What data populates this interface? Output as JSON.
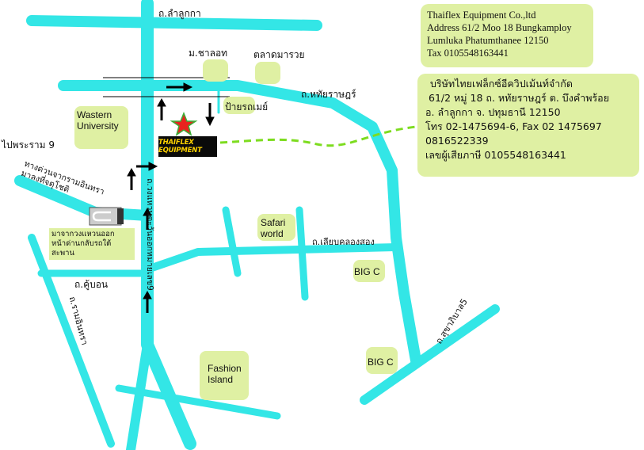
{
  "roads": {
    "lam_luk_ka": "ถ.ลำลูกกา",
    "hathairat": "ถ.หทัยราษฎร์",
    "liap_khlong_song": "ถ.เลียบคลองสอง",
    "khu_bon": "ถ.คู้บอน",
    "ram_intra": "ถ.รามอินทรา",
    "sukhaphiban": "ถ.สุขาภิบาล5",
    "ring_road": "ถ.วงแหวนตะวันออกหมายเลข9",
    "to_rama9": "ไปพระราม 9",
    "from_ram_intra": "ทางด่วนจากรามอินทรา",
    "from_chatuchot": "มาลงที่จตุโชติ"
  },
  "landmarks": {
    "chalot": "ม.ชาลอท",
    "talad_marui": "ตลาดมารวย",
    "bus_stop": "ป้ายรถเมย์",
    "wastern": "Wastern\nUniversity",
    "safari": "Safari\nworld",
    "big_c_1": "BIG C",
    "big_c_2": "BIG C",
    "fashion": "Fashion\nIsland"
  },
  "uturn_note": [
    "มาจากวงแหวนออก",
    "หน้าด่านกลับรถใต้",
    "สะพาน"
  ],
  "logo_text": "THAIFLEX EQUIPMENT",
  "company_en": {
    "name": "Thaiflex Equipment Co.,ltd",
    "address1": "Address 61/2 Moo 18 Bungkamploy",
    "address2": "Lumluka Phatumthanee 12150",
    "tax": "Tax 0105548163441"
  },
  "company_th": {
    "name": "บริษัทไทยเฟล็กซ์อีควิปเม้นท์จำกัด",
    "address1": "61/2 หมู่ 18 ถ. หทัยราษฎร์ ต. บึงคำพร้อย",
    "address2": "อ. ลำลูกกา จ. ปทุมธานี 12150",
    "phone": "โทร 02-1475694-6, Fax 02 1475697",
    "mobile": "0816522339",
    "tax": "เลขผู้เสียภาษี 0105548163441"
  },
  "colors": {
    "road": "#33e6e6",
    "label_box": "#dff0a3",
    "route_line": "#7ddc1f",
    "star": "#e8231e",
    "logo_bg": "#0a0a0a",
    "logo_text": "#ffd200"
  },
  "icons": [
    "star-marker-icon",
    "arrow-icon",
    "u-turn-icon"
  ]
}
